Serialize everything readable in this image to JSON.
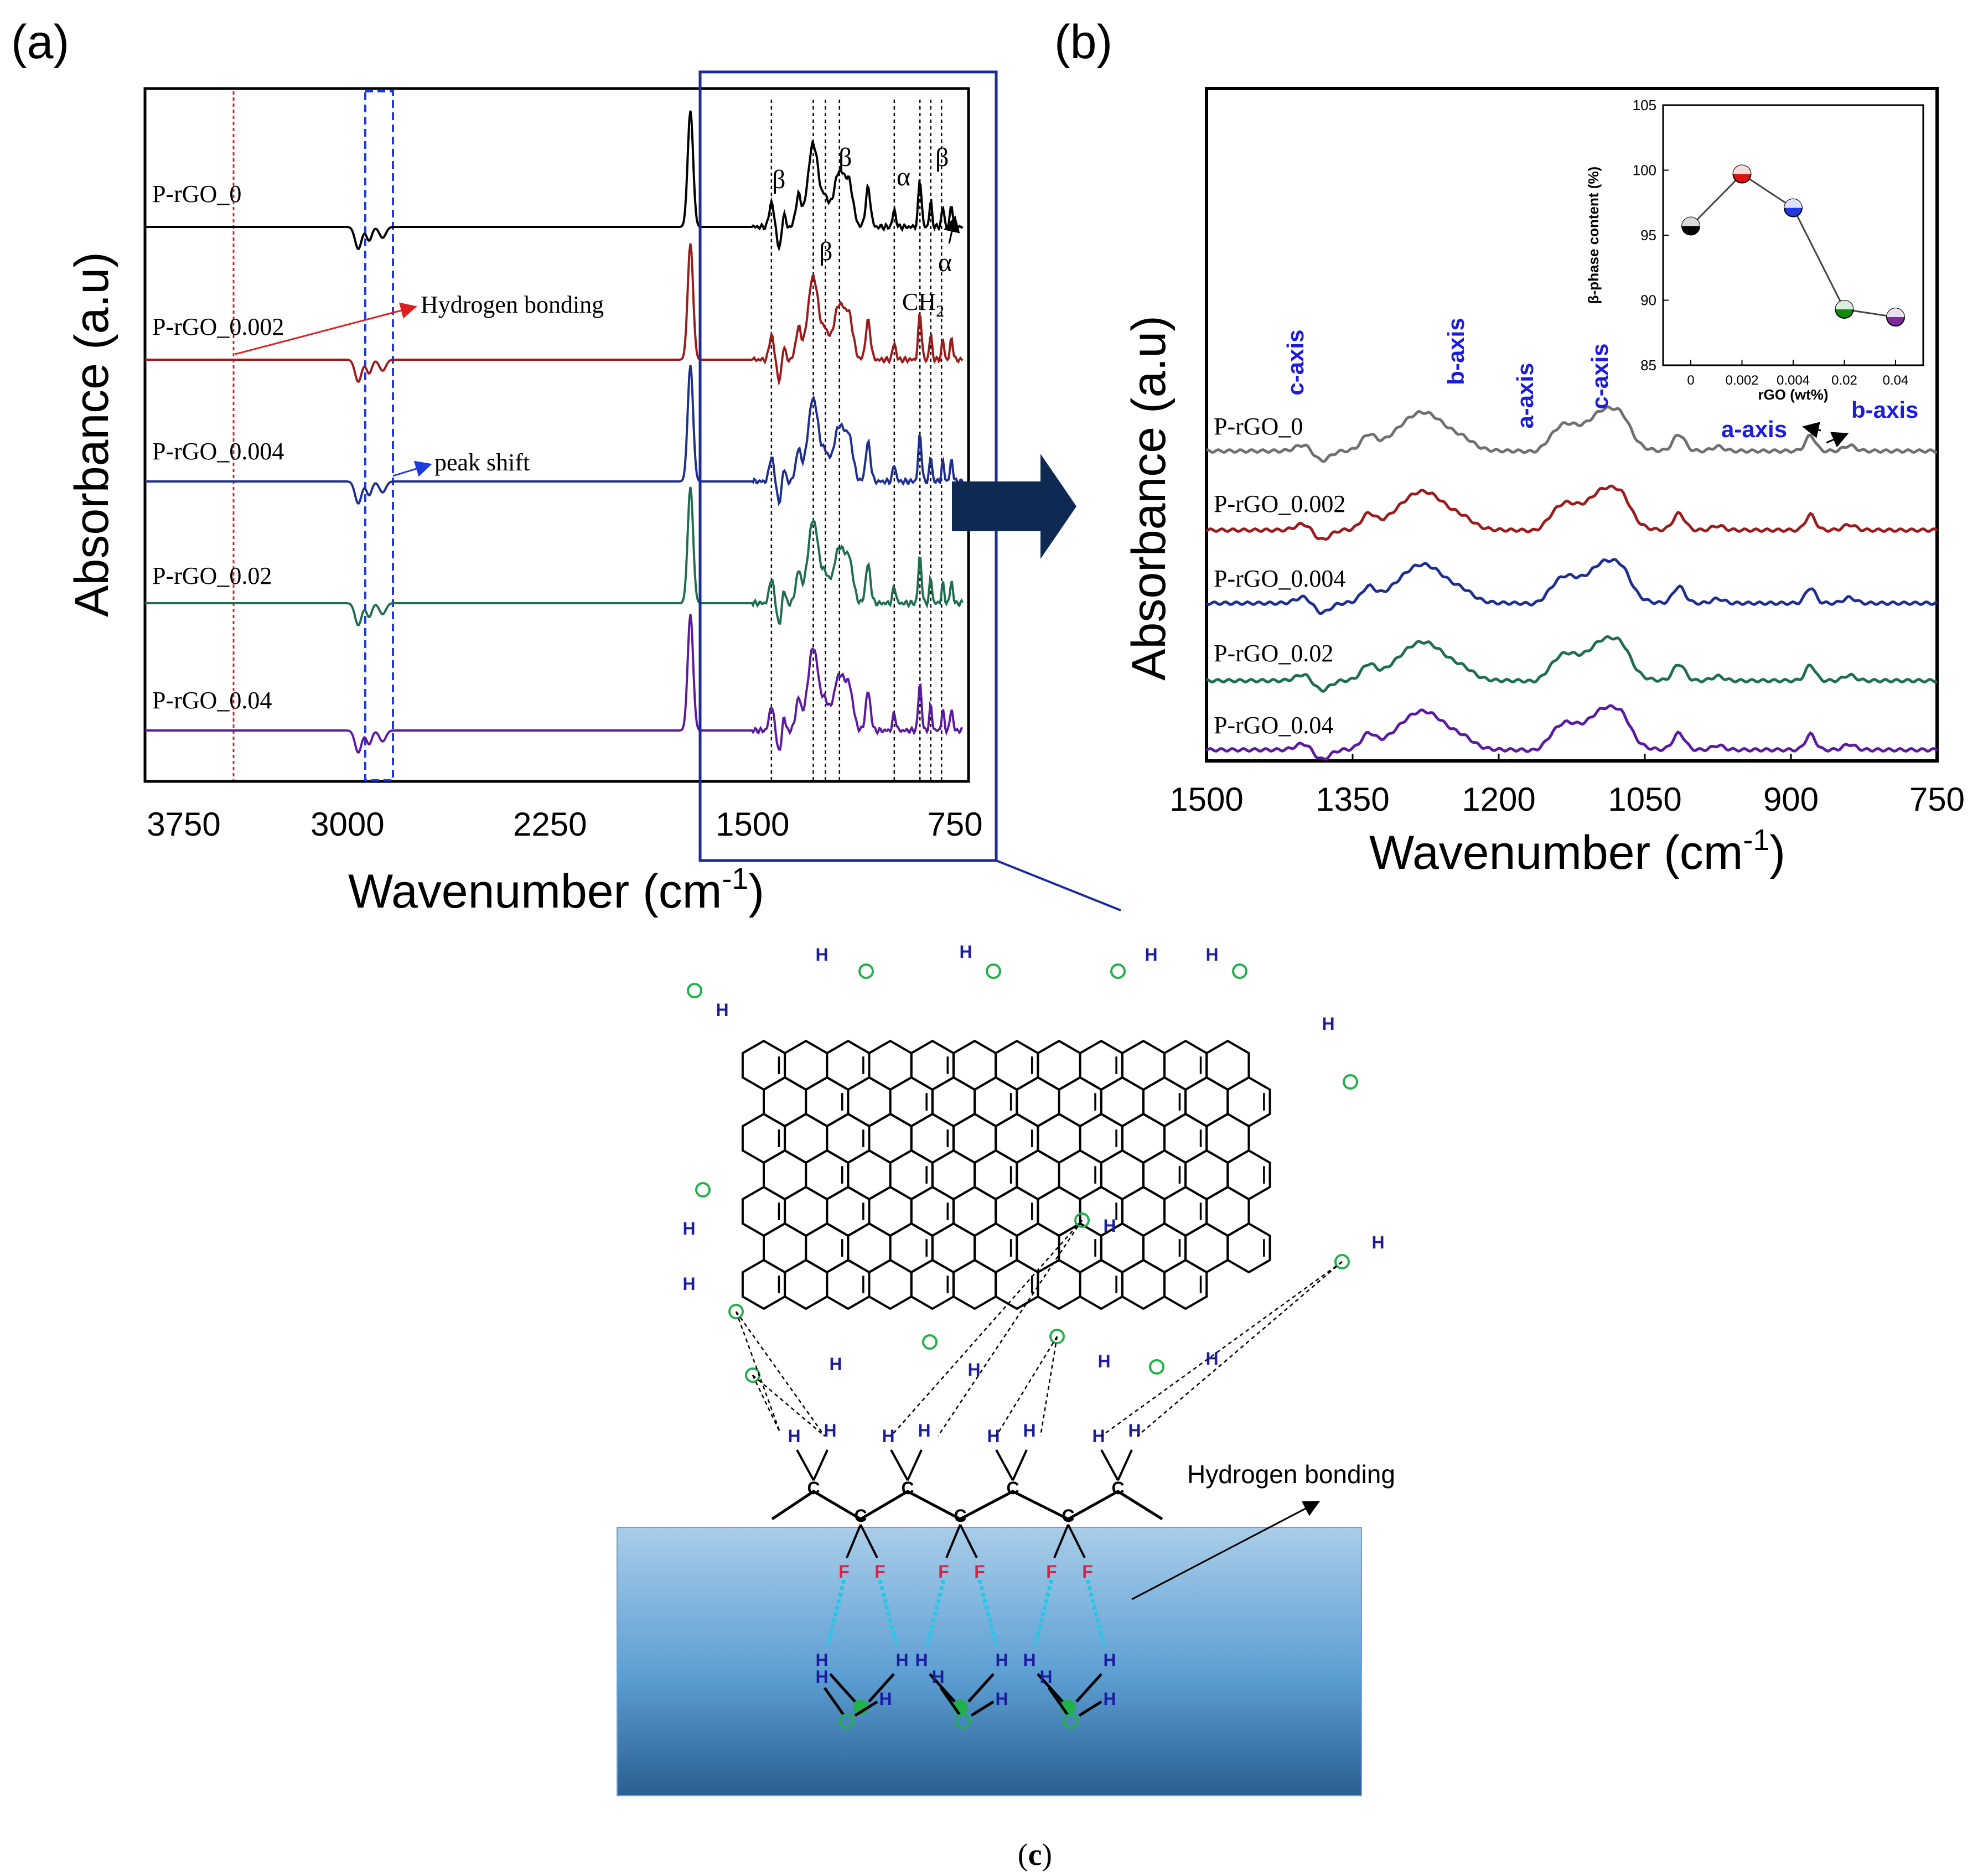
{
  "panel_labels": {
    "a": "(a)",
    "b": "(b)",
    "c_open": "(",
    "c_letter": "c",
    "c_close": ")"
  },
  "colors": {
    "black": "#000000",
    "red": "#9b1c1c",
    "blue": "#1f2f8f",
    "green": "#1f6f4f",
    "purple": "#5b1aa0",
    "gray": "#707070",
    "accent_blue": "#1c1ce0",
    "frame_blue": "#1a2a9a",
    "arrow_navy": "#0e2a52"
  },
  "chart_data": [
    {
      "id": "a",
      "type": "line",
      "xlabel": "Wavenumber (cm",
      "xlabel_sup": "-1",
      "xlabel_tail": ")",
      "ylabel": "Absorbance (a.u)",
      "xlim": [
        3750,
        700
      ],
      "x_ticks": [
        "3750",
        "3000",
        "2250",
        "1500",
        "750"
      ],
      "series": [
        {
          "name": "P-rGO_0",
          "color": "#000000"
        },
        {
          "name": "P-rGO_0.002",
          "color": "#9b1c1c"
        },
        {
          "name": "P-rGO_0.004",
          "color": "#1f2f8f"
        },
        {
          "name": "P-rGO_0.02",
          "color": "#1f6f4f"
        },
        {
          "name": "P-rGO_0.04",
          "color": "#5b1aa0"
        }
      ],
      "peak_labels": [
        "β",
        "β",
        "β",
        "α",
        "β",
        "α",
        "CH",
        "2"
      ],
      "annotations": {
        "hydrogen_bonding": "Hydrogen bonding",
        "peak_shift": "peak shift"
      }
    },
    {
      "id": "b",
      "type": "line",
      "xlabel": "Wavenumber (cm",
      "xlabel_sup": "-1",
      "xlabel_tail": ")",
      "ylabel": "Absorbance (a.u)",
      "xlim": [
        1500,
        750
      ],
      "x_ticks": [
        "1500",
        "1350",
        "1200",
        "1050",
        "900",
        "750"
      ],
      "series": [
        {
          "name": "P-rGO_0",
          "color": "#707070"
        },
        {
          "name": "P-rGO_0.002",
          "color": "#9b1c1c"
        },
        {
          "name": "P-rGO_0.004",
          "color": "#1f2f8f"
        },
        {
          "name": "P-rGO_0.02",
          "color": "#1f6f4f"
        },
        {
          "name": "P-rGO_0.04",
          "color": "#5b1aa0"
        }
      ],
      "axis_labels": {
        "c_axis_1": "c-axis",
        "b_axis_1": "b-axis",
        "a_axis_1": "a-axis",
        "c_axis_2": "c-axis",
        "a_axis_2": "a-axis",
        "b_axis_2": "b-axis"
      }
    },
    {
      "id": "b-inset",
      "type": "scatter",
      "xlabel": "rGO (wt%)",
      "ylabel": "β-phase content (%)",
      "categories": [
        "0",
        "0.002",
        "0.004",
        "0.02",
        "0.04"
      ],
      "values": [
        95.7,
        99.7,
        97.1,
        89.3,
        88.7
      ],
      "point_colors": [
        "#000000",
        "#e01010",
        "#1c3ae0",
        "#118a11",
        "#7a2a9a"
      ],
      "ylim": [
        85,
        105
      ],
      "y_ticks": [
        "85",
        "90",
        "95",
        "100",
        "105"
      ]
    }
  ],
  "schematic": {
    "atoms": {
      "H": "H",
      "O": "O",
      "C": "C",
      "F": "F"
    },
    "label": "Hydrogen bonding"
  }
}
